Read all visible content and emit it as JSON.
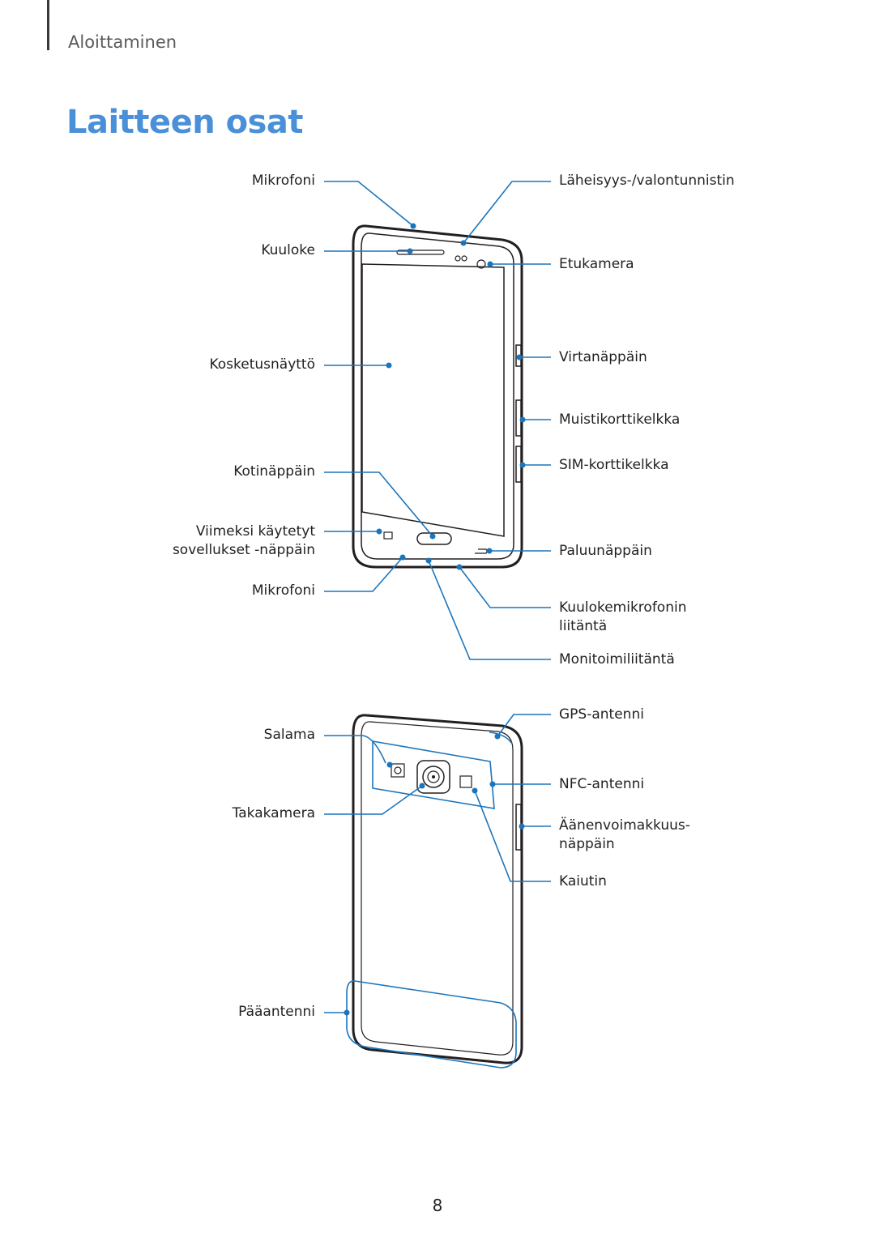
{
  "header": {
    "section": "Aloittaminen"
  },
  "title": "Laitteen osat",
  "front_labels": {
    "mikrofoni_top": "Mikrofoni",
    "kuuloke": "Kuuloke",
    "kosketusnaytto": "Kosketusnäyttö",
    "kotinappain": "Kotinäppäin",
    "viimeksi_line1": "Viimeksi käytetyt",
    "viimeksi_line2": "sovellukset -näppäin",
    "mikrofoni_bottom": "Mikrofoni",
    "laheisyys": "Läheisyys-/valontunnistin",
    "etukamera": "Etukamera",
    "virtanappain": "Virtanäppäin",
    "muistikortti": "Muistikorttikelkka",
    "sim": "SIM-korttikelkka",
    "paluunappain": "Paluunäppäin",
    "kuulokemikrofoni_line1": "Kuulokemikrofonin",
    "kuulokemikrofoni_line2": "liitäntä",
    "monitoimi": "Monitoimiliitäntä"
  },
  "back_labels": {
    "salama": "Salama",
    "takakamera": "Takakamera",
    "paaantenni": "Pääantenni",
    "gps": "GPS-antenni",
    "nfc": "NFC-antenni",
    "aanenvoimakkuus_line1": "Äänenvoimakkuus-",
    "aanenvoimakkuus_line2": "näppäin",
    "kaiutin": "Kaiutin"
  },
  "page_number": "8",
  "colors": {
    "accent": "#4a90d9",
    "callout": "#1b75bc",
    "device": "#231f20"
  }
}
